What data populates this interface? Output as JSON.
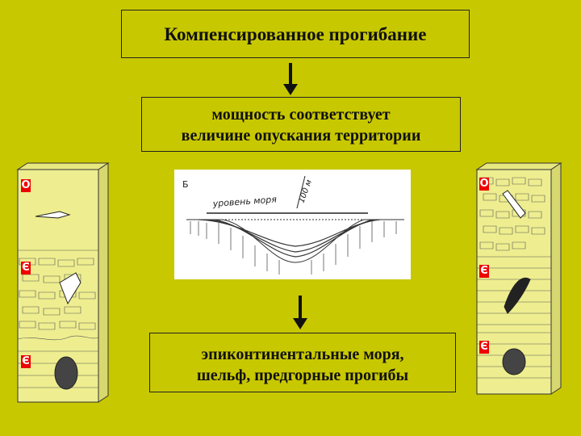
{
  "title": "Компенсированное прогибание",
  "middle": {
    "line1": "мощность соответствует",
    "line2": "величине опускания территории"
  },
  "bottom": {
    "line1": "эпиконтинентальные моря,",
    "line2": "шельф, предгорные прогибы"
  },
  "figure": {
    "corner_label": "Б",
    "sea_level_label": "уровень моря",
    "depth_label": "100 м"
  },
  "left_column": {
    "labels": [
      "O",
      "Є",
      "Є"
    ]
  },
  "right_column": {
    "labels": [
      "O",
      "Є",
      "Є"
    ]
  }
}
